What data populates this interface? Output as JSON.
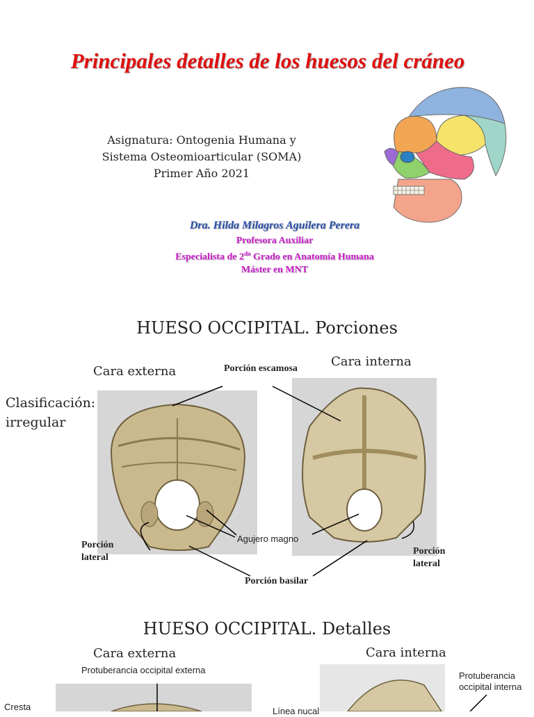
{
  "slide1": {
    "title": "Principales detalles de los huesos del cráneo",
    "subject_lines": [
      "Asignatura: Ontogenia Humana y",
      "Sistema Osteomioarticular (SOMA)",
      "Primer Año 2021"
    ],
    "author": "Dra. Hilda Milagros Aguilera Perera",
    "credentials": {
      "line1": "Profesora Auxiliar",
      "line2_pre": "Especialista de 2",
      "line2_sup": "do",
      "line2_post": " Grado en Anatomía Humana",
      "line3": "Máster en MNT"
    }
  },
  "slide2": {
    "heading": "HUESO OCCIPITAL. Porciones",
    "cara_externa": "Cara externa",
    "cara_interna": "Cara interna",
    "clasificacion_line1": "Clasificación:",
    "clasificacion_line2": "irregular",
    "porcion_escamosa": "Porción escamosa",
    "agujero_magno": "Agujero magno",
    "porcion_basilar": "Porción basilar",
    "porcion_lateral_left_1": "Porción",
    "porcion_lateral_left_2": "lateral",
    "porcion_lateral_right_1": "Porción",
    "porcion_lateral_right_2": "lateral"
  },
  "slide3": {
    "heading": "HUESO OCCIPITAL. Detalles",
    "cara_externa": "Cara externa",
    "cara_interna": "Cara interna",
    "protuberancia_externa": "Protuberancia occipital externa",
    "protuberancia_interna_1": "Protuberancia",
    "protuberancia_interna_2": "occipital interna",
    "cresta": "Cresta",
    "linea": "Línea nucal"
  },
  "colors": {
    "title_red": "#e01010",
    "author_blue": "#2a4fa8",
    "credentials_magenta": "#c81ec8",
    "photo_background": "#d6d6d6",
    "bone": "#c9b98d"
  }
}
